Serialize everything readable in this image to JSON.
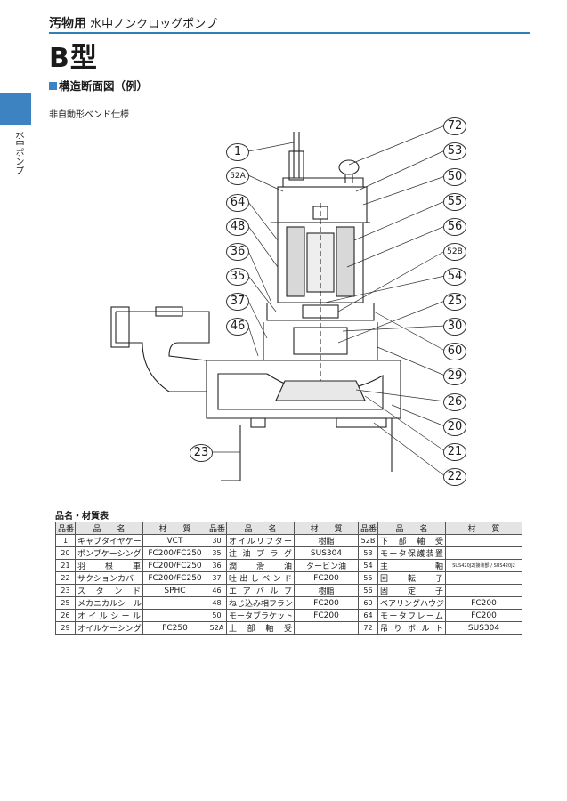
{
  "header": {
    "category": "汚物用",
    "subcategory": "水中ノンクロッグポンプ",
    "title": "B型"
  },
  "sidebar": {
    "label": "水中ポンプ"
  },
  "section": {
    "heading": "構造断面図（例）",
    "caption": "非自動形ベンド仕様"
  },
  "callouts": {
    "left": [
      "1",
      "52A",
      "64",
      "48",
      "36",
      "35",
      "37",
      "46",
      "23"
    ],
    "right": [
      "72",
      "53",
      "50",
      "55",
      "56",
      "52B",
      "54",
      "25",
      "30",
      "60",
      "29",
      "26",
      "20",
      "21",
      "22"
    ]
  },
  "parts_table": {
    "title": "品名・材質表",
    "headers": {
      "no": "品番",
      "name": "品　　名",
      "material": "材　　質"
    },
    "rows": [
      [
        [
          "1",
          "キャブタイヤケーブル",
          "VCT"
        ],
        [
          "30",
          "オイルリフター",
          "樹脂"
        ],
        [
          "52B",
          "下部軸受",
          ""
        ]
      ],
      [
        [
          "20",
          "ポンプケーシング",
          "FC200/FC250"
        ],
        [
          "35",
          "注油プラグ",
          "SUS304"
        ],
        [
          "53",
          "モータ保護装置",
          ""
        ]
      ],
      [
        [
          "21",
          "羽根車",
          "FC200/FC250"
        ],
        [
          "36",
          "潤滑油",
          "タービン油"
        ],
        [
          "54",
          "主軸",
          "SUS420J2(接液部)/ SUS420J2"
        ]
      ],
      [
        [
          "22",
          "サクションカバー",
          "FC200/FC250"
        ],
        [
          "37",
          "吐出しベンド",
          "FC200"
        ],
        [
          "55",
          "回転子",
          ""
        ]
      ],
      [
        [
          "23",
          "スタンド",
          "SPHC"
        ],
        [
          "46",
          "エアバルブ",
          "樹脂"
        ],
        [
          "56",
          "固定子",
          ""
        ]
      ],
      [
        [
          "25",
          "メカニカルシール",
          ""
        ],
        [
          "48",
          "ねじ込み相フランジ",
          "FC200"
        ],
        [
          "60",
          "ベアリングハウジング",
          "FC200"
        ]
      ],
      [
        [
          "26",
          "オイルシール",
          ""
        ],
        [
          "50",
          "モータブラケット",
          "FC200"
        ],
        [
          "64",
          "モータフレーム",
          "FC200"
        ]
      ],
      [
        [
          "29",
          "オイルケーシング",
          "FC250"
        ],
        [
          "52A",
          "上部軸受",
          ""
        ],
        [
          "72",
          "吊りボルト",
          "SUS304"
        ]
      ]
    ]
  },
  "colors": {
    "accent": "#3e83c1",
    "rule": "#2f7fb8"
  }
}
